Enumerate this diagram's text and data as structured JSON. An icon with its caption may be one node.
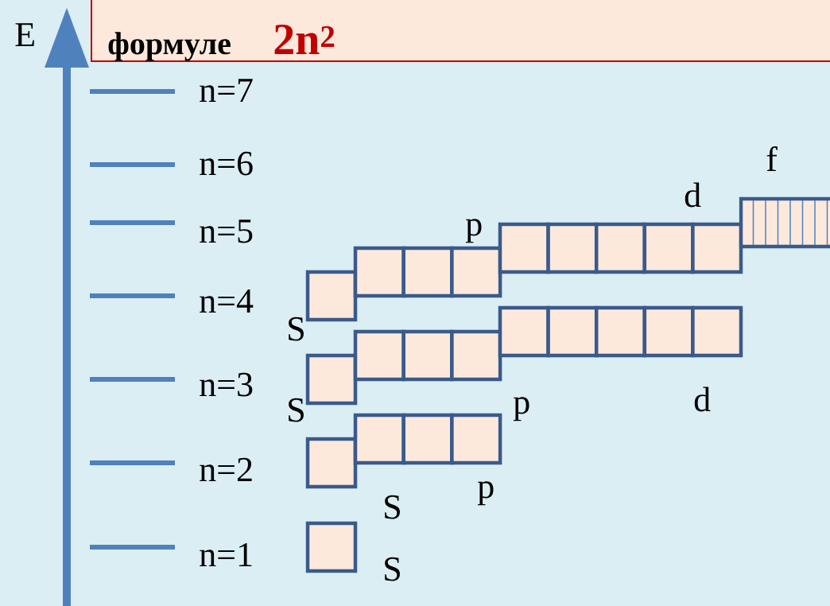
{
  "diagram": {
    "nodes": [
      {
        "text": [
          "формуле",
          "2n$^{2}$"
        ]
      }
    ],
    "labels": [
      "E",
      "n=7",
      "f",
      "n=6",
      "d",
      "p",
      "n=5",
      "n=4",
      "S",
      "S",
      "p",
      "d",
      "n=3",
      "n=2",
      "p",
      "S",
      "n=1",
      "S"
    ]
  }
}
